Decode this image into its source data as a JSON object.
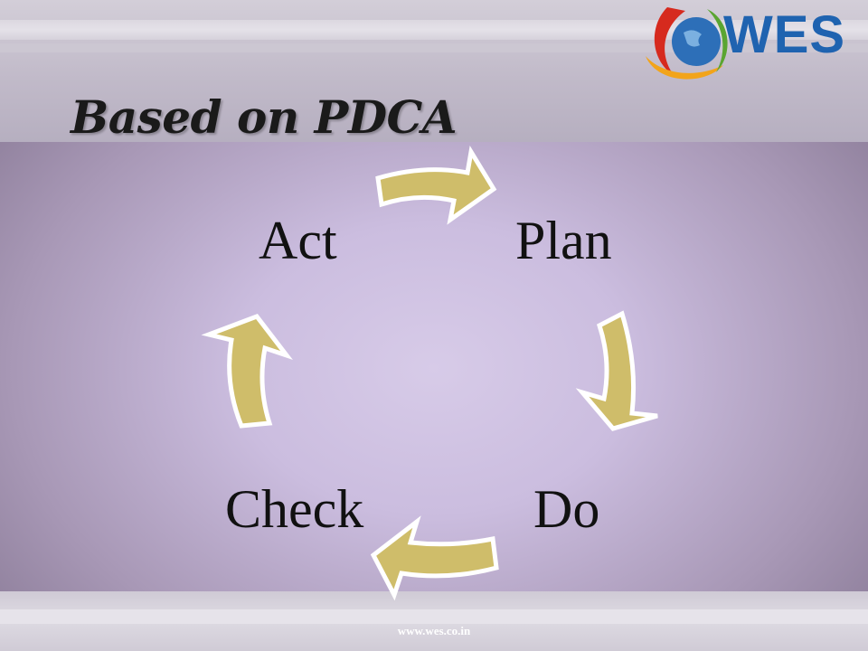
{
  "slide": {
    "title": "Based on PDCA",
    "footer_url": "www.wes.co.in"
  },
  "logo": {
    "text": "WES",
    "icon": "globe-swoosh-icon",
    "colors": {
      "text": "#1f63b0",
      "swoosh_red": "#d62a1e",
      "swoosh_orange": "#f2a41b",
      "swoosh_green": "#5aa531",
      "globe": "#2d6fb8"
    }
  },
  "cycle": {
    "nodes": [
      {
        "id": "plan",
        "label": "Plan"
      },
      {
        "id": "do",
        "label": "Do"
      },
      {
        "id": "check",
        "label": "Check"
      },
      {
        "id": "act",
        "label": "Act"
      }
    ],
    "arrow_color": "#cfbd6a",
    "arrow_outline": "#ffffff"
  }
}
